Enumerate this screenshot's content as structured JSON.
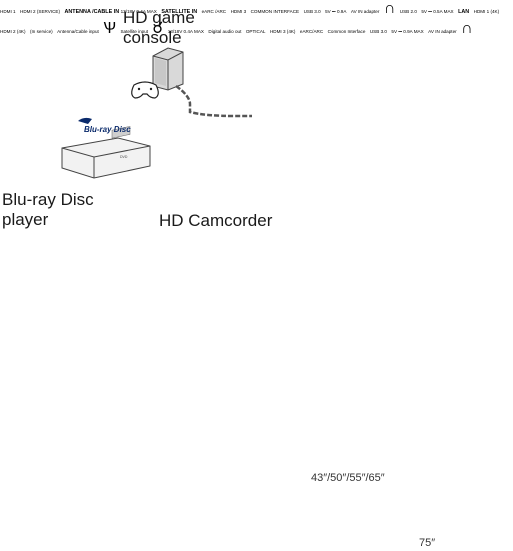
{
  "devices": {
    "game_console": "HD game console",
    "bluray": "Blu-ray Disc player",
    "camcorder": "HD Camcorder",
    "bluray_logo": "Blu-ray Disc",
    "player_mark": "DVD"
  },
  "tv_small": {
    "caption": "43″/50″/55″/65″",
    "ports": {
      "hdmi1": "HDMI 1",
      "hdmi2": "HDMI 2 (SERVICE)",
      "antenna": "ANTENNA /CABLE IN",
      "satellite": "SATELLITE IN",
      "sat_power": "13/18V 0.4A MAX",
      "earc": "eARC /ARC",
      "hdmi3": "HDMI 3",
      "common_interface": "COMMON INTERFACE",
      "usb": "USB 3.0",
      "usb_power": "5V ⎓ 0.9A",
      "av_in": "AV IN adapter",
      "headphone": "∩"
    }
  },
  "tv_large": {
    "caption": "75″",
    "ports": {
      "usb2": "USB 2.0",
      "usb2_power": "5V ⎓ 0.5A MAX",
      "lan": "LAN",
      "hdmi1": "HDMI 1 (4K)",
      "hdmi2": "HDMI 2 (4K)",
      "hdmi2_sub": "(In service)",
      "antenna": "Antenna/Cable input",
      "satellite": "Satellite input",
      "sat_power": "13/18V 0.4A MAX",
      "digital_audio": "Digital audio out",
      "optical": "OPTICAL",
      "hdmi3": "HDMI 3 (4K)",
      "hdmi3_sub": "eARC/ARC",
      "common_interface": "Common Interface",
      "usb3": "USB 3.0",
      "usb3_power": "5V ⎓ 0.9A MAX",
      "av_in": "AV IN adapter",
      "headphone": "∩"
    }
  }
}
